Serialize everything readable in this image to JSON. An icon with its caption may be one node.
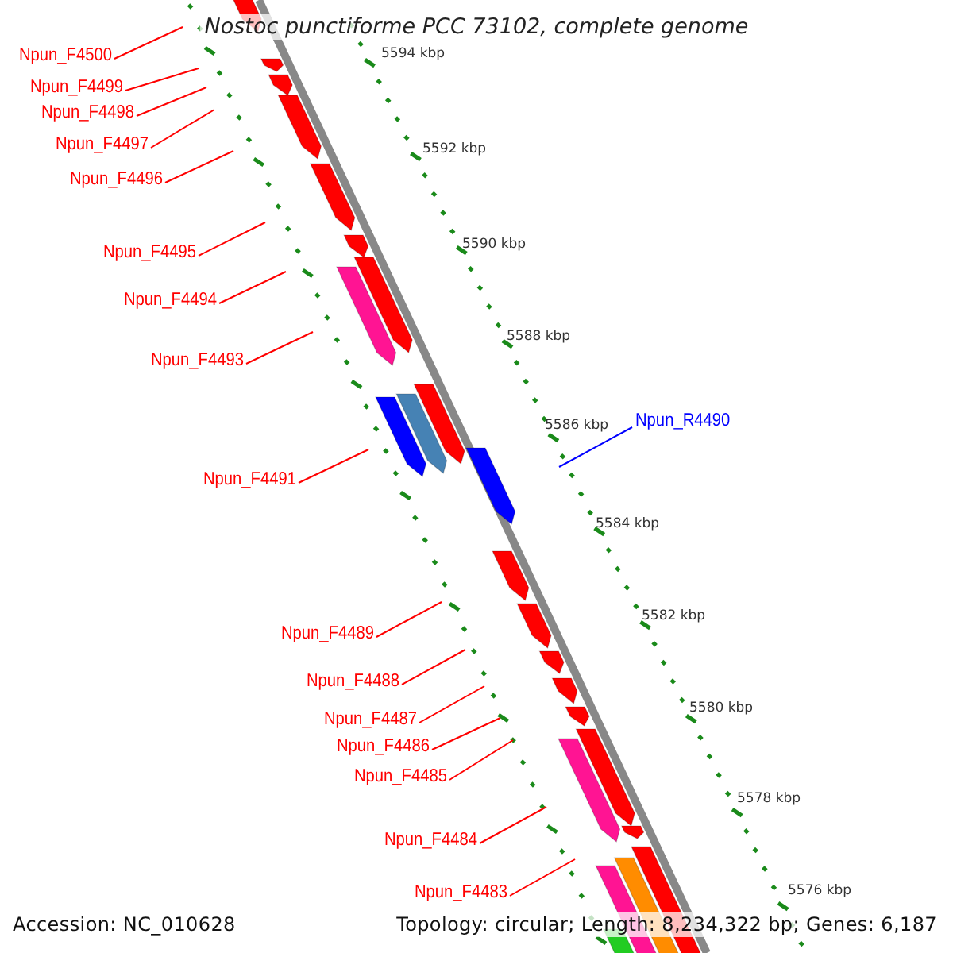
{
  "diagram": {
    "title": "Nostoc punctiforme PCC 73102, complete genome",
    "nodes": [
      {
        "text": [
          "Npun_F4500"
        ]
      },
      {
        "text": [
          "Npun_F4499"
        ]
      },
      {
        "text": [
          "Npun_F4498"
        ]
      },
      {
        "text": [
          "Npun_F4497"
        ]
      },
      {
        "text": [
          "Npun_F4496"
        ]
      },
      {
        "text": [
          "Npun_F4495"
        ]
      },
      {
        "text": [
          "Npun_F4494"
        ]
      },
      {
        "text": [
          "Npun_F4493"
        ]
      },
      {
        "text": [
          "Npun_R4490"
        ]
      },
      {
        "text": [
          "Npun_F4491"
        ]
      },
      {
        "text": [
          "Npun_F4489"
        ]
      },
      {
        "text": [
          "Npun_F4488"
        ]
      },
      {
        "text": [
          "Npun_F4487"
        ]
      },
      {
        "text": [
          "Npun_F4486"
        ]
      },
      {
        "text": [
          "Npun_F4485"
        ]
      },
      {
        "text": [
          "Npun_F4484"
        ]
      },
      {
        "text": [
          "Npun_F4483"
        ]
      }
    ],
    "edges": [
      {
        "from": 0,
        "to": null,
        "arrow": "none"
      },
      {
        "from": 1,
        "to": null,
        "arrow": "none"
      },
      {
        "from": 2,
        "to": null,
        "arrow": "none"
      },
      {
        "from": 3,
        "to": null,
        "arrow": "none"
      },
      {
        "from": 4,
        "to": null,
        "arrow": "none"
      },
      {
        "from": 5,
        "to": null,
        "arrow": "none"
      },
      {
        "from": 6,
        "to": null,
        "arrow": "none"
      },
      {
        "from": 7,
        "to": null,
        "arrow": "none"
      },
      {
        "from": 8,
        "to": null,
        "arrow": "none",
        "color": "#0000ff"
      },
      {
        "from": 9,
        "to": null,
        "arrow": "none"
      },
      {
        "from": 10,
        "to": null,
        "arrow": "none"
      },
      {
        "from": 11,
        "to": null,
        "arrow": "none"
      },
      {
        "from": 12,
        "to": null,
        "arrow": "none"
      },
      {
        "from": 13,
        "to": null,
        "arrow": "none"
      },
      {
        "from": 14,
        "to": null,
        "arrow": "none"
      },
      {
        "from": 15,
        "to": null,
        "arrow": "none"
      },
      {
        "from": 16,
        "to": null,
        "arrow": "none"
      }
    ],
    "labels": [
      "5594 kbp",
      "5592 kbp",
      "5590 kbp",
      "5588 kbp",
      "5586 kbp",
      "5584 kbp",
      "5582 kbp",
      "5580 kbp",
      "5578 kbp",
      "5576 kbp",
      "Accession: NC_010628",
      "Topology: circular; Length: 8,234,322 bp; Genes: 6,187"
    ]
  }
}
